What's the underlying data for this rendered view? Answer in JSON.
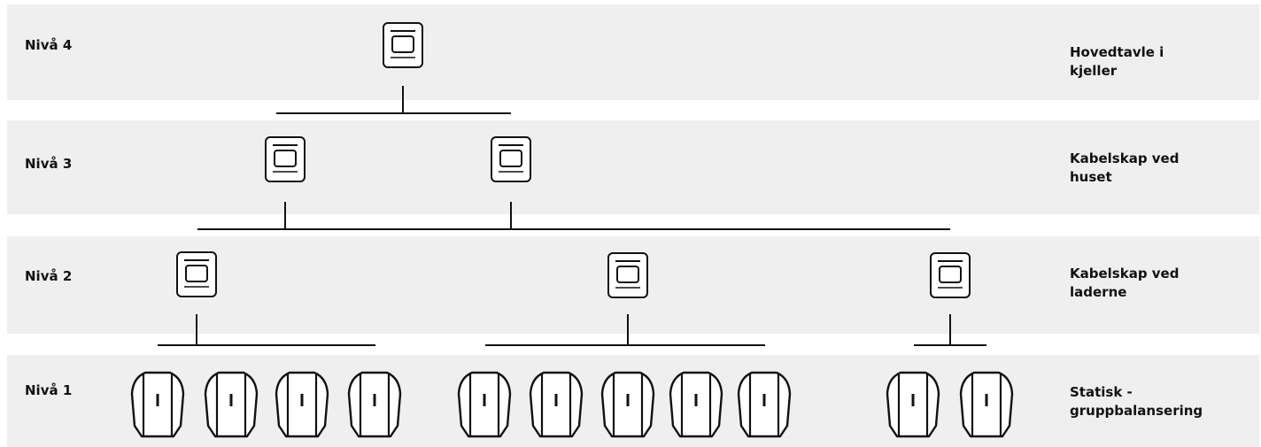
{
  "levels": [
    {
      "label": "Nivå 4",
      "description": [
        "Hovedtavle i",
        "kjeller"
      ]
    },
    {
      "label": "Nivå 3",
      "description": [
        "Kabelskap ved",
        "huset"
      ]
    },
    {
      "label": "Nivå 2",
      "description": [
        "Kabelskap ved",
        "laderne"
      ]
    },
    {
      "label": "Nivå 1",
      "description": [
        "Statisk -",
        "gruppbalansering"
      ]
    }
  ],
  "colors": {
    "band": "#efefef",
    "line": "#111111",
    "text": "#111111"
  },
  "icons": {
    "cabinet": "electrical-cabinet-icon",
    "charger": "ev-charger-icon"
  }
}
